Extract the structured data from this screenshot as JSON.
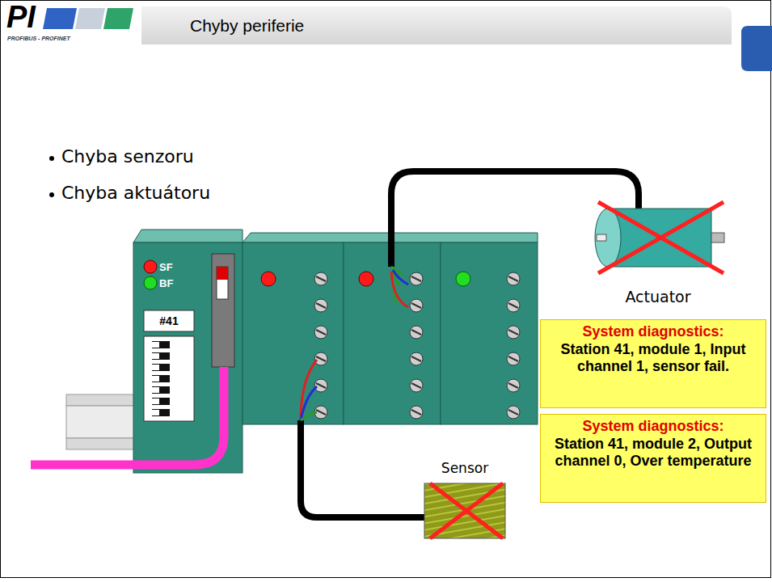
{
  "diagram": {
    "title": "Chyby periferie",
    "nodes": [
      {
        "text": [
          "System diagnostics:",
          "Station 41, module 1, Input channel 1, sensor fail."
        ]
      },
      {
        "text": [
          "System diagnostics:",
          "Station 41, module 2, Output channel 0, Over temperature"
        ]
      }
    ],
    "labels": [
      "PI",
      "PROFIBUS - PROFINET",
      "Chyba senzoru",
      "Chyba aktuátoru",
      "SF",
      "BF",
      "#41",
      "Actuator",
      "Sensor"
    ]
  }
}
